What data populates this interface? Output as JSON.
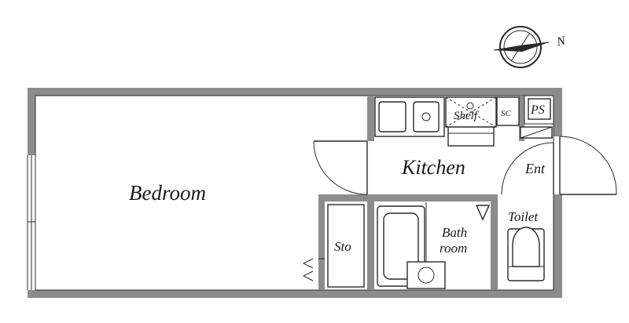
{
  "rooms": {
    "bedroom": "Bedroom",
    "kitchen": "Kitchen",
    "shelf": "Shelf",
    "sc": "SC",
    "ps": "PS",
    "entrance": "Ent",
    "toilet": "Toilet",
    "bath_line1": "Bath",
    "bath_line2": "room",
    "storage": "Sto"
  },
  "compass": {
    "north_label": "N"
  },
  "colors": {
    "wall": "#8c8c8c",
    "line": "#2a2a2a",
    "background": "#ffffff"
  }
}
